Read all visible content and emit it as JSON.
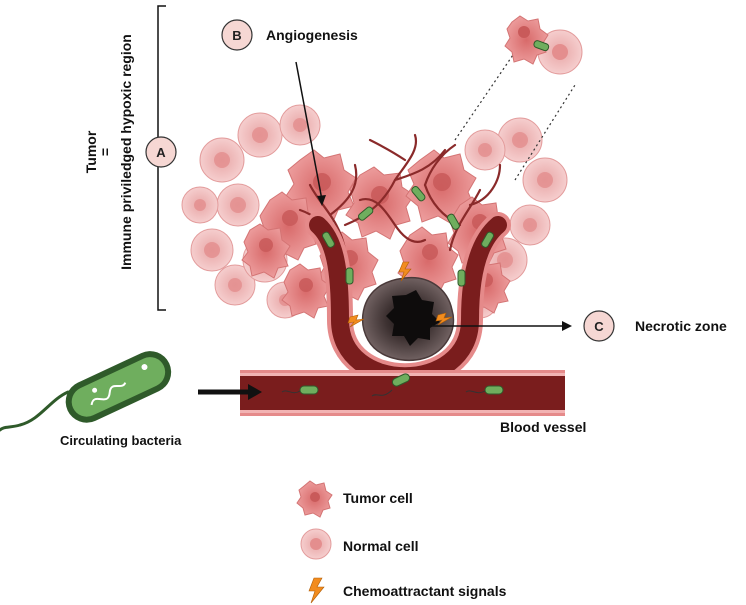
{
  "labels": {
    "tumor": "Tumor",
    "equals": "=",
    "immune": "Immune priviledged hypoxic region",
    "angiogenesis": "Angiogenesis",
    "necrotic_zone": "Necrotic zone",
    "blood_vessel": "Blood vessel",
    "circulating_bacteria": "Circulating bacteria"
  },
  "markers": {
    "a": "A",
    "b": "B",
    "c": "C"
  },
  "legend": {
    "tumor_cell": "Tumor cell",
    "normal_cell": "Normal cell",
    "chemoattractant": "Chemoattractant signals"
  },
  "colors": {
    "tumor_cell": "#e88f8f",
    "normal_cell": "#f3c2c2",
    "vessel_outer": "#e58a8a",
    "vessel_inner": "#7a1d1d",
    "bacteria": "#6fae5e",
    "necrotic": "#5a4646",
    "signal": "#f28c1e",
    "marker_fill": "#f6d7d3"
  }
}
